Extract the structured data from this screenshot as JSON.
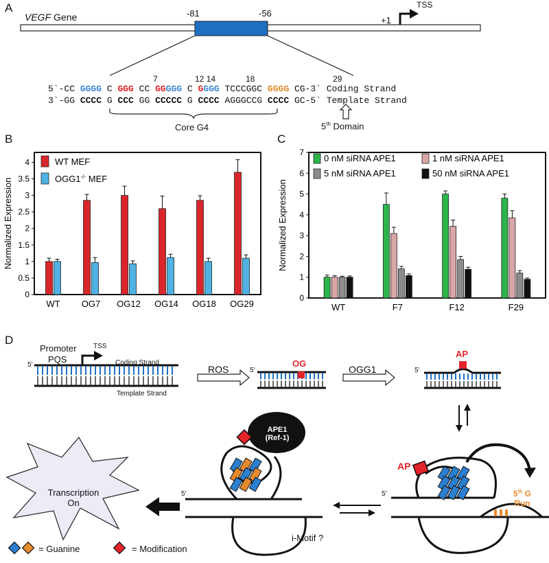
{
  "colors": {
    "wt_red": "#d9262a",
    "ogg_blue": "#4fb2e3",
    "s0_green": "#2db44a",
    "s1_pink": "#d9a6a6",
    "s5_gray": "#8c8c8c",
    "s50_black": "#111111",
    "g_blue": "#2b7fd0",
    "mod_red": "#e3222a",
    "g_orange": "#e68a2e",
    "promoter_blue": "#1f6fc1"
  },
  "panelA": {
    "letter": "A",
    "gene_label_italic": "VEGF",
    "gene_label_rest": " Gene",
    "pos_left": "-81",
    "pos_right": "-56",
    "tss": "TSS",
    "plus1": "+1",
    "n7": "7",
    "n12": "12",
    "n14": "14",
    "n18": "18",
    "n29": "29",
    "coding_prefix": "5`-CC ",
    "g1": "GGGG",
    "c1": " C ",
    "g2": "GGG",
    "c2": " CC ",
    "g3a": "GG",
    "g3b": "GGG",
    "c3": " C ",
    "g4a": "G",
    "g4b": "GGG",
    "mid": " TCCCGGC ",
    "g5": "GGGG",
    "coding_suffix": " CG-3` Coding Strand",
    "template_prefix": "3`-GG ",
    "t1": "CCCC",
    "t1s": " G ",
    "t2": "CCC",
    "t2s": " GG ",
    "t3": "CCCCC",
    "t3s": " G ",
    "t4": "CCCC",
    "tmid": " AGGGCCG ",
    "t5": "CCCC",
    "template_suffix": " GC-5` Template Strand",
    "core_g4": "Core G4",
    "fifth_domain_num": "5",
    "fifth_domain_sup": "th",
    "fifth_domain_rest": " Domain"
  },
  "panelB": {
    "letter": "B",
    "legend": [
      "WT MEF",
      "OGG1"
    ],
    "legend_sup": "-/-",
    "legend_tail": " MEF",
    "ylabel": "Normalized Expression"
  },
  "panelC": {
    "letter": "C",
    "legend": [
      "0 nM siRNA APE1",
      "1 nM siRNA  APE1",
      "5 nM siRNA APE1",
      "50 nM siRNA APE1"
    ],
    "ylabel": "Normalized Expression"
  },
  "chart_data": [
    {
      "type": "bar",
      "categories": [
        "WT",
        "OG7",
        "OG12",
        "OG14",
        "OG18",
        "OG29"
      ],
      "series": [
        {
          "name": "WT MEF",
          "values": [
            1.0,
            2.85,
            3.0,
            2.6,
            2.85,
            3.7
          ],
          "errors": [
            0.1,
            0.18,
            0.28,
            0.38,
            0.14,
            0.38
          ]
        },
        {
          "name": "OGG1-/- MEF",
          "values": [
            1.0,
            0.97,
            0.93,
            1.12,
            1.0,
            1.1
          ],
          "errors": [
            0.07,
            0.15,
            0.09,
            0.1,
            0.1,
            0.1
          ]
        }
      ],
      "ylabel": "Normalized Expression",
      "ylim": [
        0,
        4.3
      ],
      "yticks": [
        "0",
        "0.5",
        "1",
        "1.5",
        "2",
        "2.5",
        "3",
        "3.5",
        "4"
      ],
      "grid": false,
      "legend_position": "top-left"
    },
    {
      "type": "bar",
      "categories": [
        "WT",
        "F7",
        "F12",
        "F29"
      ],
      "series": [
        {
          "name": "0 nM siRNA APE1",
          "values": [
            1.0,
            4.5,
            5.0,
            4.8
          ],
          "errors": [
            0.1,
            0.55,
            0.15,
            0.2
          ]
        },
        {
          "name": "1 nM siRNA  APE1",
          "values": [
            1.0,
            3.1,
            3.45,
            3.85
          ],
          "errors": [
            0.08,
            0.3,
            0.3,
            0.35
          ]
        },
        {
          "name": "5 nM siRNA APE1",
          "values": [
            1.0,
            1.4,
            1.85,
            1.2
          ],
          "errors": [
            0.05,
            0.12,
            0.15,
            0.12
          ]
        },
        {
          "name": "50 nM siRNA APE1",
          "values": [
            1.0,
            1.08,
            1.38,
            0.9
          ],
          "errors": [
            0.06,
            0.08,
            0.1,
            0.06
          ]
        }
      ],
      "ylabel": "Normalized Expression",
      "ylim": [
        0,
        7
      ],
      "yticks": [
        "0",
        "1",
        "2",
        "3",
        "4",
        "5",
        "6",
        "7"
      ],
      "grid": false,
      "legend_position": "top"
    }
  ],
  "panelD": {
    "letter": "D",
    "promoter": "Promoter",
    "pqs": "PQS",
    "tss": "TSS",
    "five_prime": "5'",
    "coding": "Coding Strand",
    "template": "Template Strand",
    "ros": "ROS",
    "og": "OG",
    "ogg1": "OGG1",
    "ap": "AP",
    "ape1": "APE1",
    "ref1": "(Ref-1)",
    "fifth_g_num": "5",
    "fifth_g_sup": "th",
    "fifth_g_rest": " G",
    "run": "Run",
    "transcription": "Transcription",
    "on": "On",
    "imotif": "i-Motif ?",
    "eq_guanine": "= Guanine",
    "eq_mod": "= Modification"
  }
}
